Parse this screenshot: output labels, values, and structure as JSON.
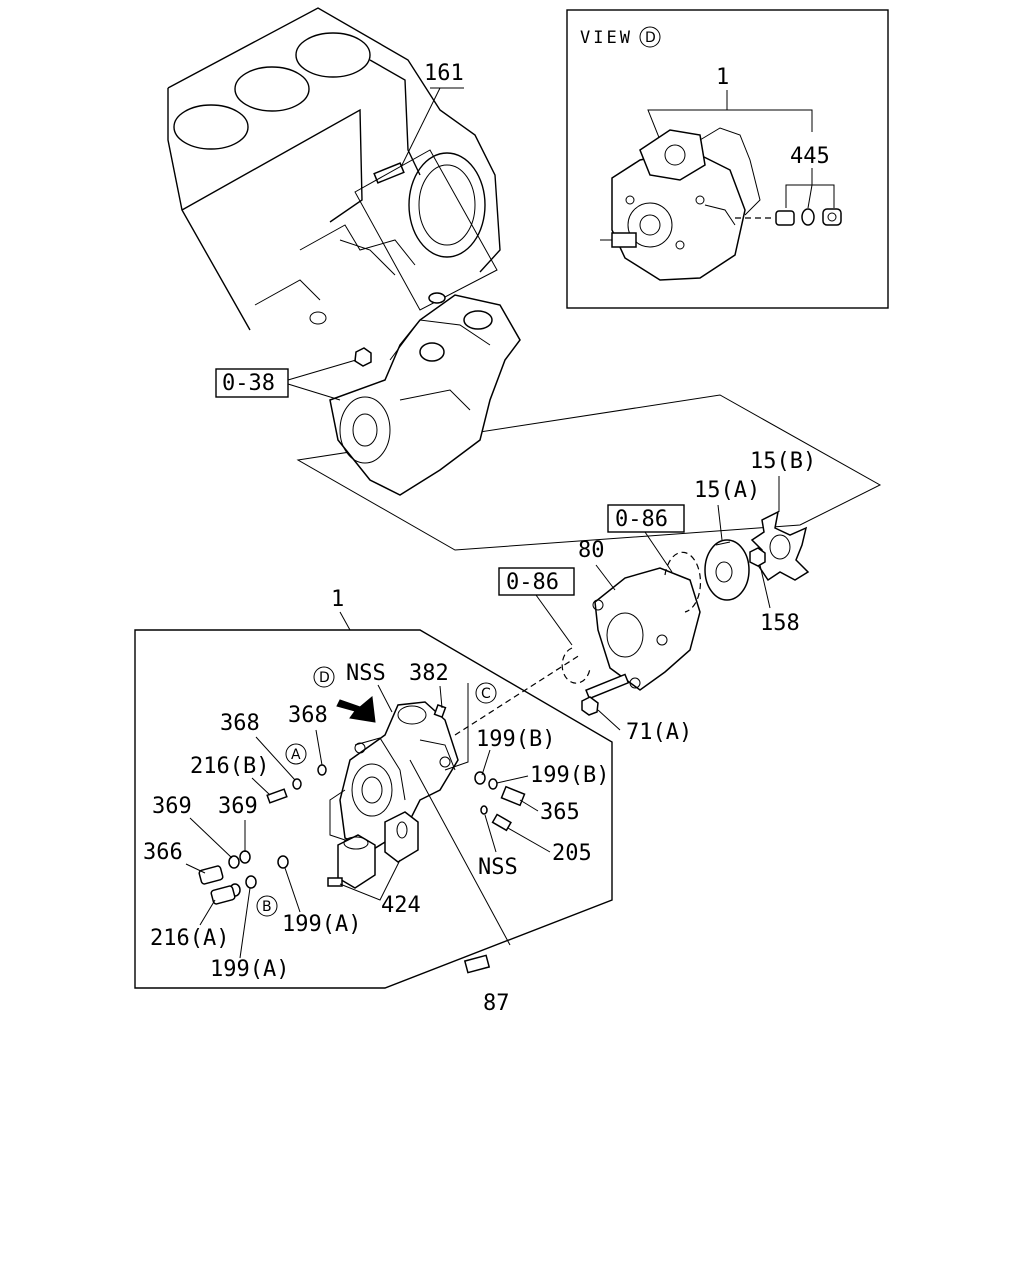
{
  "view": {
    "word": "VIEW",
    "circle_letter": "D",
    "parts": {
      "p1": "1",
      "p445": "445"
    }
  },
  "refs": {
    "r038": "0-38",
    "r086a": "0-86",
    "r086b": "0-86"
  },
  "callouts": {
    "c161": "161",
    "c15b": "15(B)",
    "c15a": "15(A)",
    "c80": "80",
    "c158": "158",
    "c1": "1",
    "cNSS1": "NSS",
    "c382": "382",
    "c368a": "368",
    "c368b": "368",
    "c216b": "216(B)",
    "c199b1": "199(B)",
    "c199b2": "199(B)",
    "c71a": "71(A)",
    "c365": "365",
    "c205": "205",
    "cNSS2": "NSS",
    "c369a": "369",
    "c369b": "369",
    "c366": "366",
    "c424": "424",
    "c216a": "216(A)",
    "c199a1": "199(A)",
    "c199a2": "199(A)",
    "c87": "87"
  },
  "circle_markers": {
    "mA": "A",
    "mB": "B",
    "mC": "C",
    "mD": "D"
  }
}
